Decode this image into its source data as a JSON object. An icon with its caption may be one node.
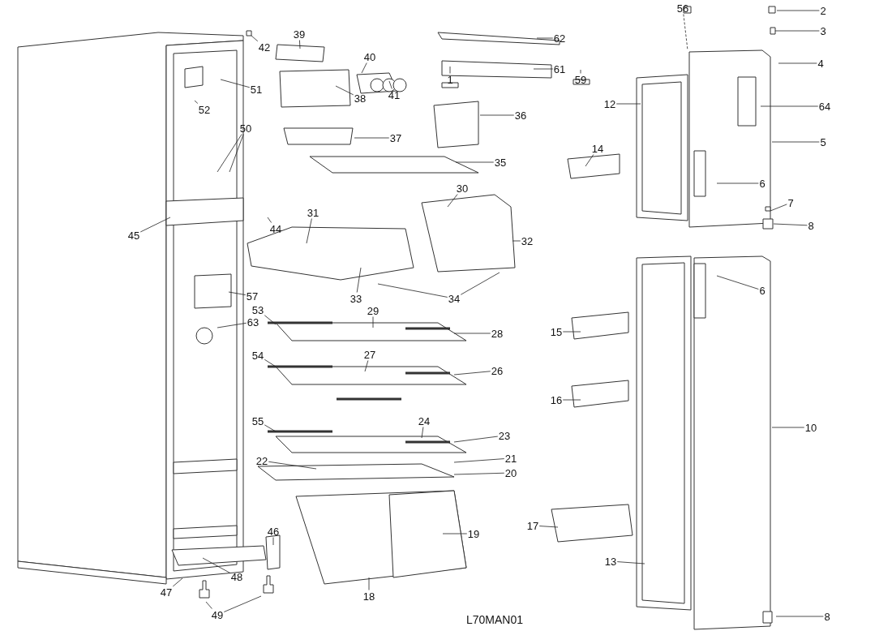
{
  "diagram": {
    "nodes": [
      {
        "text": [
          "39"
        ]
      },
      {
        "text": [
          "42"
        ]
      },
      {
        "text": [
          "62"
        ]
      },
      {
        "text": [
          "56"
        ]
      },
      {
        "text": [
          "2"
        ]
      },
      {
        "text": [
          "3"
        ]
      },
      {
        "text": [
          "40"
        ]
      },
      {
        "text": [
          "4"
        ]
      },
      {
        "text": [
          "61"
        ]
      },
      {
        "text": [
          "1"
        ]
      },
      {
        "text": [
          "59"
        ]
      },
      {
        "text": [
          "51"
        ]
      },
      {
        "text": [
          "38"
        ]
      },
      {
        "text": [
          "41"
        ]
      },
      {
        "text": [
          "12"
        ]
      },
      {
        "text": [
          "64"
        ]
      },
      {
        "text": [
          "52"
        ]
      },
      {
        "text": [
          "36"
        ]
      },
      {
        "text": [
          "50"
        ]
      },
      {
        "text": [
          "37"
        ]
      },
      {
        "text": [
          "5"
        ]
      },
      {
        "text": [
          "14"
        ]
      },
      {
        "text": [
          "35"
        ]
      },
      {
        "text": [
          "6"
        ]
      },
      {
        "text": [
          "30"
        ]
      },
      {
        "text": [
          "7"
        ]
      },
      {
        "text": [
          "31"
        ]
      },
      {
        "text": [
          "8"
        ]
      },
      {
        "text": [
          "44"
        ]
      },
      {
        "text": [
          "45"
        ]
      },
      {
        "text": [
          "32"
        ]
      },
      {
        "text": [
          "6"
        ]
      },
      {
        "text": [
          "57"
        ]
      },
      {
        "text": [
          "33"
        ]
      },
      {
        "text": [
          "34"
        ]
      },
      {
        "text": [
          "53"
        ]
      },
      {
        "text": [
          "29"
        ]
      },
      {
        "text": [
          "63"
        ]
      },
      {
        "text": [
          "15"
        ]
      },
      {
        "text": [
          "28"
        ]
      },
      {
        "text": [
          "54"
        ]
      },
      {
        "text": [
          "27"
        ]
      },
      {
        "text": [
          "26"
        ]
      },
      {
        "text": [
          "16"
        ]
      },
      {
        "text": [
          "55"
        ]
      },
      {
        "text": [
          "24"
        ]
      },
      {
        "text": [
          "10"
        ]
      },
      {
        "text": [
          "23"
        ]
      },
      {
        "text": [
          "21"
        ]
      },
      {
        "text": [
          "22"
        ]
      },
      {
        "text": [
          "20"
        ]
      },
      {
        "text": [
          "17"
        ]
      },
      {
        "text": [
          "46"
        ]
      },
      {
        "text": [
          "19"
        ]
      },
      {
        "text": [
          "13"
        ]
      },
      {
        "text": [
          "48"
        ]
      },
      {
        "text": [
          "47"
        ]
      },
      {
        "text": [
          "18"
        ]
      },
      {
        "text": [
          "49"
        ]
      },
      {
        "text": [
          "8"
        ]
      }
    ],
    "edges": [
      {
        "from": 0,
        "to": null,
        "arrow": "none"
      },
      {
        "from": 1,
        "to": null,
        "arrow": "none"
      },
      {
        "from": 2,
        "to": null,
        "arrow": "none"
      },
      {
        "from": 3,
        "to": null,
        "arrow": "none",
        "style": "dashed"
      },
      {
        "from": 4,
        "to": null,
        "arrow": "none"
      },
      {
        "from": 5,
        "to": null,
        "arrow": "none"
      },
      {
        "from": 6,
        "to": null,
        "arrow": "none"
      },
      {
        "from": 7,
        "to": null,
        "arrow": "none"
      },
      {
        "from": 8,
        "to": null,
        "arrow": "none"
      },
      {
        "from": 9,
        "to": null,
        "arrow": "none"
      },
      {
        "from": 10,
        "to": null,
        "arrow": "none"
      },
      {
        "from": 11,
        "to": null,
        "arrow": "none"
      },
      {
        "from": 12,
        "to": null,
        "arrow": "none"
      },
      {
        "from": 13,
        "to": null,
        "arrow": "none"
      },
      {
        "from": 14,
        "to": null,
        "arrow": "none"
      },
      {
        "from": 15,
        "to": null,
        "arrow": "none"
      },
      {
        "from": 16,
        "to": null,
        "arrow": "none"
      },
      {
        "from": 17,
        "to": null,
        "arrow": "none"
      },
      {
        "from": 18,
        "to": null,
        "arrow": "none"
      },
      {
        "from": 18,
        "to": null,
        "arrow": "none"
      },
      {
        "from": 19,
        "to": null,
        "arrow": "none"
      },
      {
        "from": 20,
        "to": null,
        "arrow": "none"
      },
      {
        "from": 21,
        "to": null,
        "arrow": "none"
      },
      {
        "from": 22,
        "to": null,
        "arrow": "none"
      },
      {
        "from": 23,
        "to": null,
        "arrow": "none"
      },
      {
        "from": 24,
        "to": null,
        "arrow": "none"
      },
      {
        "from": 25,
        "to": null,
        "arrow": "none"
      },
      {
        "from": 26,
        "to": null,
        "arrow": "none"
      },
      {
        "from": 27,
        "to": null,
        "arrow": "none"
      },
      {
        "from": 28,
        "to": null,
        "arrow": "none"
      },
      {
        "from": 29,
        "to": null,
        "arrow": "none"
      },
      {
        "from": 30,
        "to": null,
        "arrow": "none"
      },
      {
        "from": 31,
        "to": null,
        "arrow": "none"
      },
      {
        "from": 32,
        "to": null,
        "arrow": "none"
      },
      {
        "from": 33,
        "to": null,
        "arrow": "none"
      },
      {
        "from": 34,
        "to": null,
        "arrow": "none"
      },
      {
        "from": 34,
        "to": null,
        "arrow": "none"
      },
      {
        "from": 35,
        "to": null,
        "arrow": "none"
      },
      {
        "from": 36,
        "to": null,
        "arrow": "none"
      },
      {
        "from": 37,
        "to": null,
        "arrow": "none"
      },
      {
        "from": 38,
        "to": null,
        "arrow": "none"
      },
      {
        "from": 39,
        "to": null,
        "arrow": "none"
      },
      {
        "from": 40,
        "to": null,
        "arrow": "none"
      },
      {
        "from": 41,
        "to": null,
        "arrow": "none"
      },
      {
        "from": 42,
        "to": null,
        "arrow": "none"
      },
      {
        "from": 43,
        "to": null,
        "arrow": "none"
      },
      {
        "from": 44,
        "to": null,
        "arrow": "none"
      },
      {
        "from": 45,
        "to": null,
        "arrow": "none"
      },
      {
        "from": 46,
        "to": null,
        "arrow": "none"
      },
      {
        "from": 47,
        "to": null,
        "arrow": "none"
      },
      {
        "from": 48,
        "to": null,
        "arrow": "none"
      },
      {
        "from": 49,
        "to": null,
        "arrow": "none"
      },
      {
        "from": 50,
        "to": null,
        "arrow": "none"
      },
      {
        "from": 51,
        "to": null,
        "arrow": "none"
      },
      {
        "from": 52,
        "to": null,
        "arrow": "none"
      },
      {
        "from": 53,
        "to": null,
        "arrow": "none"
      },
      {
        "from": 54,
        "to": null,
        "arrow": "none"
      },
      {
        "from": 55,
        "to": null,
        "arrow": "none"
      },
      {
        "from": 56,
        "to": null,
        "arrow": "none"
      },
      {
        "from": 57,
        "to": null,
        "arrow": "none"
      },
      {
        "from": 58,
        "to": null,
        "arrow": "none"
      },
      {
        "from": 58,
        "to": null,
        "arrow": "none"
      },
      {
        "from": 59,
        "to": null,
        "arrow": "none"
      }
    ],
    "labels": [
      "L70MAN01"
    ]
  }
}
